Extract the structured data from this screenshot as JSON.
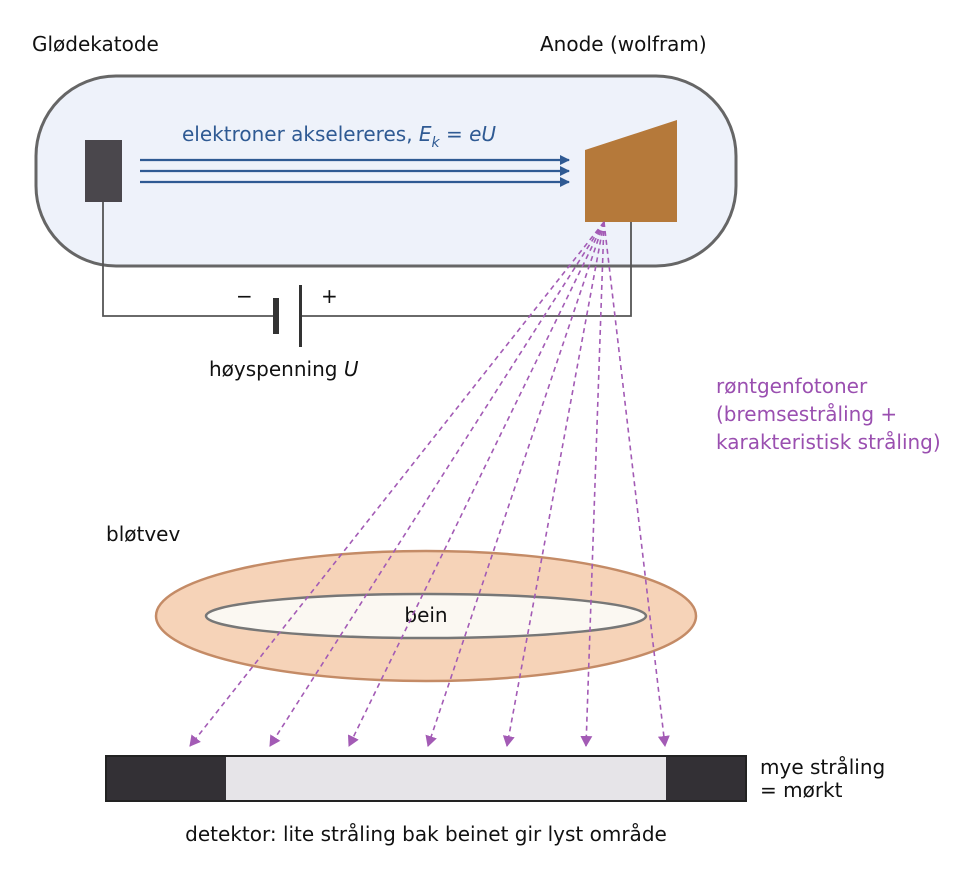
{
  "labels": {
    "cathode": "Glødekatode",
    "anode": "Anode (wolfram)",
    "electrons_prefix": "elektroner akselereres, ",
    "electrons_E": "E",
    "electrons_k": "k",
    "electrons_eq": " = eU",
    "minus": "−",
    "plus": "+",
    "voltage_prefix": "høyspenning ",
    "voltage_U": "U",
    "photons_line1": "røntgenfotoner",
    "photons_line2": "(bremsestråling +",
    "photons_line3": "karakteristisk stråling)",
    "soft_tissue": "bløtvev",
    "bone": "bein",
    "detector_dark_line1": "mye stråling",
    "detector_dark_line2": "= mørkt",
    "detector_caption": "detektor: lite stråling bak beinet gir lyst område"
  },
  "colors": {
    "tube_fill": "#eef2fa",
    "tube_stroke": "#666666",
    "cathode": "#4a474c",
    "anode": "#b5793a",
    "electron_beam": "#2f5a93",
    "xray": "#a35bb5",
    "soft_tissue": "#f6d3b8",
    "soft_tissue_stroke": "#c48b66",
    "bone": "#fbf8f2",
    "detector_dark": "#333035",
    "detector_light": "#e6e4e8"
  }
}
